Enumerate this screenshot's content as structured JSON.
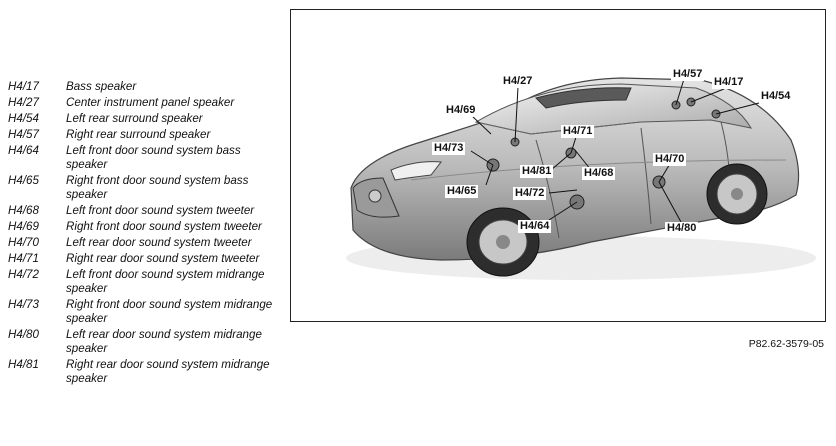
{
  "legend": [
    {
      "code": "H4/17",
      "desc": "Bass speaker"
    },
    {
      "code": "H4/27",
      "desc": "Center instrument panel speaker"
    },
    {
      "code": "H4/54",
      "desc": "Left rear surround speaker"
    },
    {
      "code": "H4/57",
      "desc": "Right rear surround speaker"
    },
    {
      "code": "H4/64",
      "desc": "Left front door sound system bass speaker"
    },
    {
      "code": "H4/65",
      "desc": "Right front door sound system bass speaker"
    },
    {
      "code": "H4/68",
      "desc": "Left front door sound system tweeter"
    },
    {
      "code": "H4/69",
      "desc": "Right front door sound system tweeter"
    },
    {
      "code": "H4/70",
      "desc": "Left rear door sound system tweeter"
    },
    {
      "code": "H4/71",
      "desc": "Right rear door sound system tweeter"
    },
    {
      "code": "H4/72",
      "desc": "Left front door sound system midrange speaker"
    },
    {
      "code": "H4/73",
      "desc": "Right front door sound system midrange speaker"
    },
    {
      "code": "H4/80",
      "desc": "Left rear door sound system midrange speaker"
    },
    {
      "code": "H4/81",
      "desc": "Right rear door sound system midrange speaker"
    }
  ],
  "callouts": {
    "h4_27": "H4/27",
    "h4_57": "H4/57",
    "h4_17": "H4/17",
    "h4_54": "H4/54",
    "h4_69": "H4/69",
    "h4_71": "H4/71",
    "h4_73": "H4/73",
    "h4_81": "H4/81",
    "h4_68": "H4/68",
    "h4_70": "H4/70",
    "h4_65": "H4/65",
    "h4_72": "H4/72",
    "h4_64": "H4/64",
    "h4_80": "H4/80"
  },
  "reference": "P82.62-3579-05"
}
